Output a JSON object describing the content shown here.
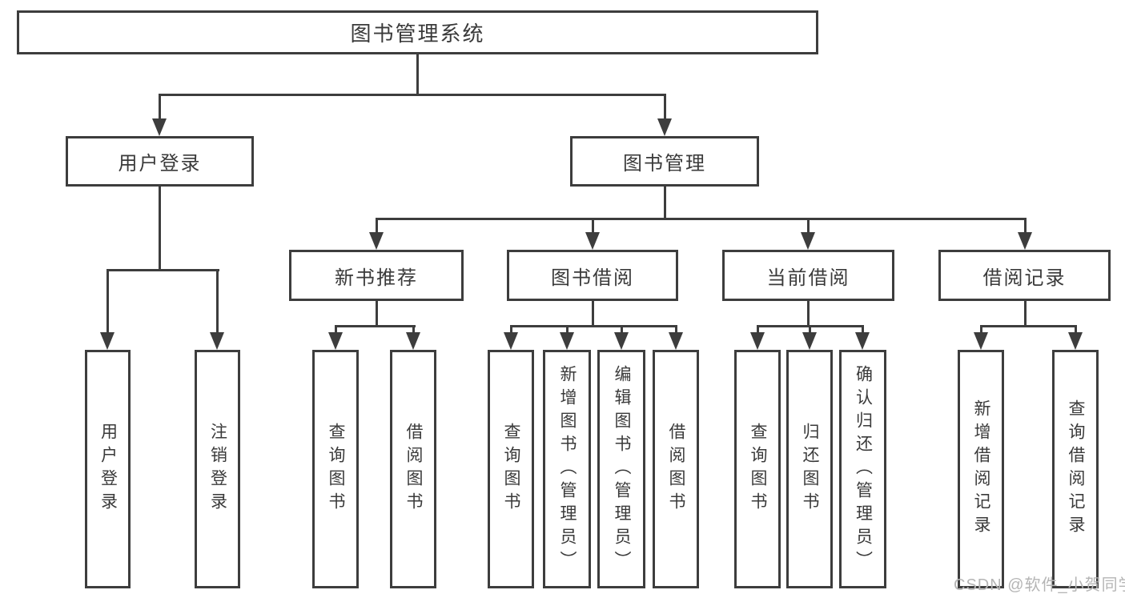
{
  "diagram": {
    "type": "functional-structure-tree",
    "tree": {
      "label": "图书管理系统",
      "children": [
        {
          "label": "用户登录",
          "children": [
            {
              "label": "用户登录"
            },
            {
              "label": "注销登录"
            }
          ]
        },
        {
          "label": "图书管理",
          "children": [
            {
              "label": "新书推荐",
              "children": [
                {
                  "label": "查询图书"
                },
                {
                  "label": "借阅图书"
                }
              ]
            },
            {
              "label": "图书借阅",
              "children": [
                {
                  "label": "查询图书"
                },
                {
                  "label": "新增图书（管理员）"
                },
                {
                  "label": "编辑图书（管理员）"
                },
                {
                  "label": "借阅图书"
                }
              ]
            },
            {
              "label": "当前借阅",
              "children": [
                {
                  "label": "查询图书"
                },
                {
                  "label": "归还图书"
                },
                {
                  "label": "确认归还（管理员）"
                }
              ]
            },
            {
              "label": "借阅记录",
              "children": [
                {
                  "label": "新增借阅记录"
                },
                {
                  "label": "查询借阅记录"
                }
              ]
            }
          ]
        }
      ]
    },
    "colors": {
      "line": "#3d3d3d",
      "text": "#3a3a3a",
      "box_fill": "#ffffff",
      "background": "#ffffff",
      "watermark": "#b5b5b5"
    }
  },
  "watermark": {
    "text": "CSDN @软件_小贺同学"
  }
}
